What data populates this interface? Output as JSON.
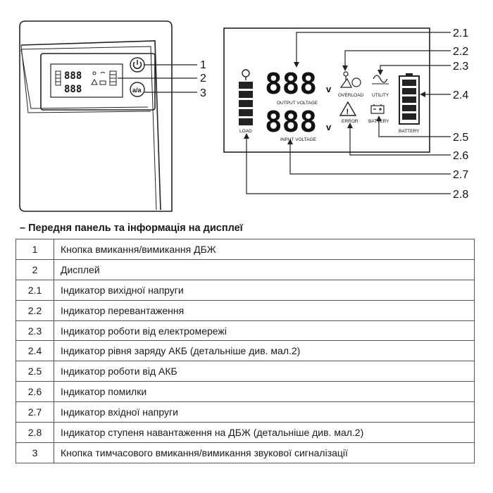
{
  "display": {
    "digits_output": "888",
    "digits_input": "888",
    "volt_unit": "v",
    "output_voltage": "OUTPUT VOLTAGE",
    "input_voltage": "INPUT VOLTAGE",
    "overload": "OVERLOAD",
    "error": "ERROR",
    "utility": "UTILITY",
    "battery_small": "BATTERY",
    "battery": "BATTERY",
    "load": "LOAD"
  },
  "callouts": {
    "c1": "1",
    "c2": "2",
    "c3": "3",
    "c21": "2.1",
    "c22": "2.2",
    "c23": "2.3",
    "c24": "2.4",
    "c25": "2.5",
    "c26": "2.6",
    "c27": "2.7",
    "c28": "2.8"
  },
  "section_title": "– Передня панель та інформація на дисплеї",
  "rows": [
    {
      "num": "1",
      "desc": "Кнопка вмикання/вимикання ДБЖ"
    },
    {
      "num": "2",
      "desc": "Дисплей"
    },
    {
      "num": "2.1",
      "desc": "Індикатор вихідної напруги"
    },
    {
      "num": "2.2",
      "desc": "Індикатор перевантаження"
    },
    {
      "num": "2.3",
      "desc": "Індикатор роботи від електромережі"
    },
    {
      "num": "2.4",
      "desc": "Індикатор рівня заряду АКБ (детальніше див. мал.2)"
    },
    {
      "num": "2.5",
      "desc": "Індикатор роботи від АКБ"
    },
    {
      "num": "2.6",
      "desc": "Індикатор помилки"
    },
    {
      "num": "2.7",
      "desc": "Індикатор вхідної напруги"
    },
    {
      "num": "2.8",
      "desc": "Індикатор ступеня навантаження на ДБЖ (детальніше див. мал.2)"
    },
    {
      "num": "3",
      "desc": "Кнопка тимчасового вмикання/вимикання звукової сигналізації"
    }
  ]
}
